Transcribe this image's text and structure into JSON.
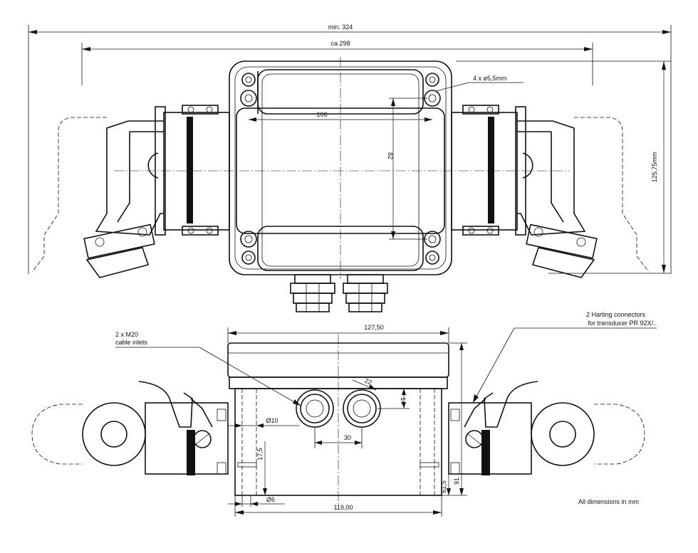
{
  "dimensions": {
    "overall_width": "min. 324",
    "flange_width": "ca.298",
    "hole_spacing_h": "106",
    "hole_spacing_v": "82",
    "height_total": "125,75mm",
    "mounting_holes": "4  x  ø5,5mm",
    "enclosure_width": "127,50",
    "base_width": "119,00",
    "inlet_spacing": "30",
    "inlet_height": "14",
    "inlet_angle": "22",
    "inlet_diameter": "Ø10",
    "boss_diameter": "Ø6",
    "base_offset": "17,5",
    "depth_inner": "61,5",
    "depth_total": "91"
  },
  "callouts": {
    "cable_inlets_line1": "2 x M20",
    "cable_inlets_line2": "cable inlets",
    "harting_line1": "2 Harting connectors",
    "harting_line2": "for transducer PR 92X/.."
  },
  "note": "All dimensions in mm"
}
